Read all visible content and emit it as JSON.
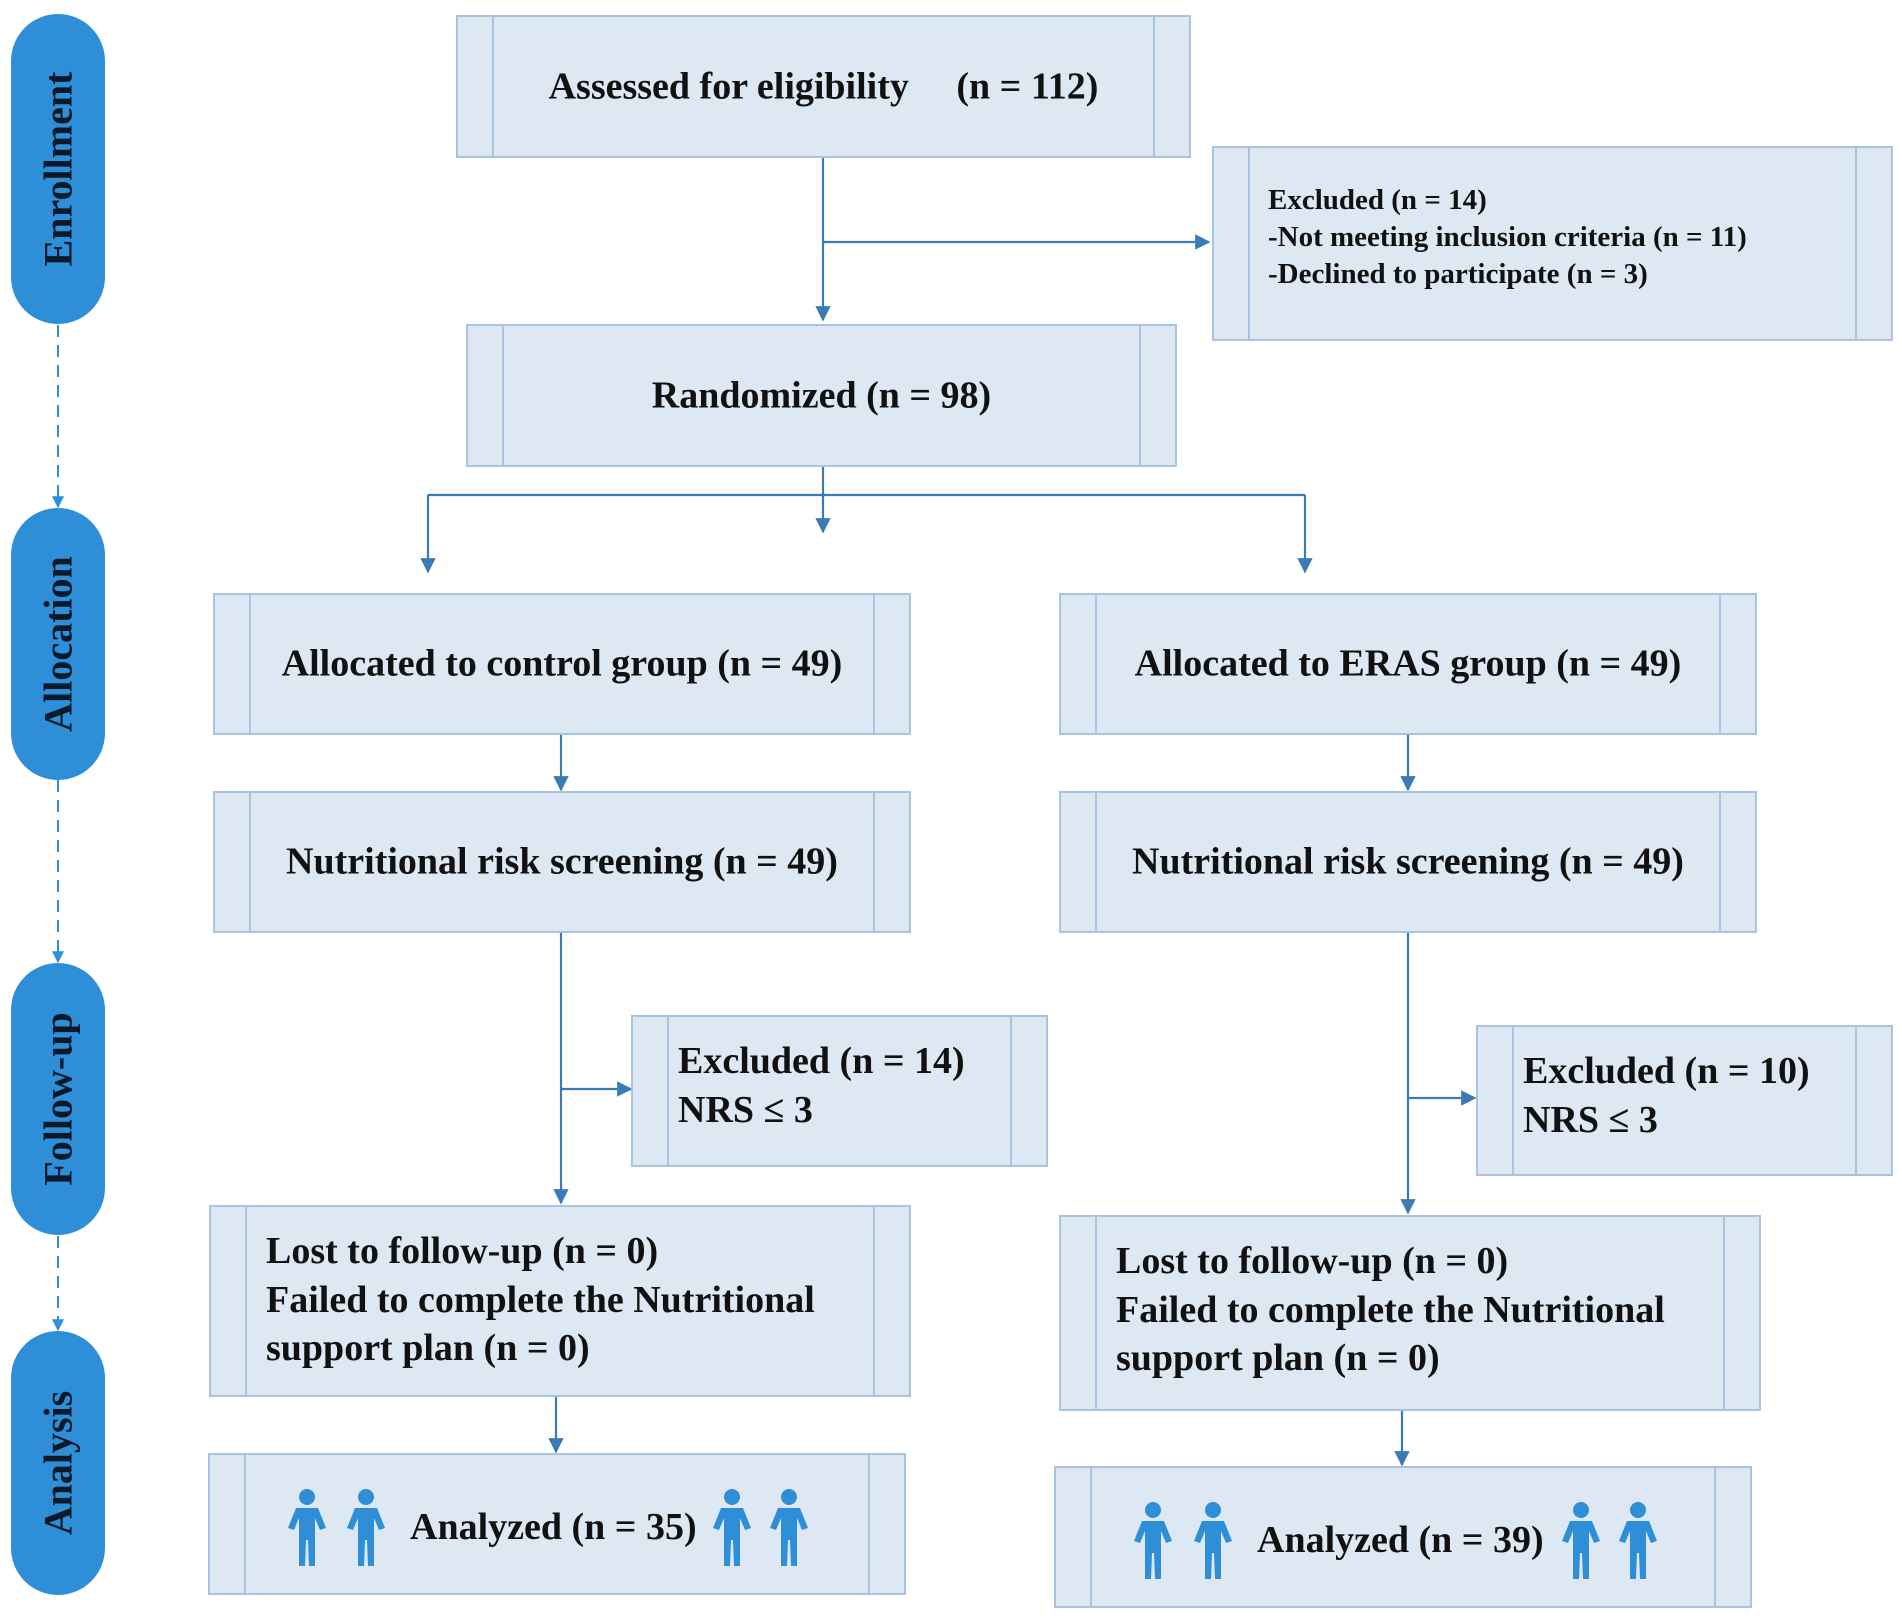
{
  "stages": [
    "Enrollment",
    "Allocation",
    "Follow-up",
    "Analysis"
  ],
  "colors": {
    "accent": "#2e8fd8",
    "box_fill": "#dde8f3",
    "box_border": "#a9c4e0",
    "line": "#3a7bb5"
  },
  "assessed": "Assessed for eligibility 　(n = 112)",
  "excluded_enrollment": {
    "title": "Excluded (n = 14)",
    "line1": "-Not meeting inclusion criteria (n = 11)",
    "line2": "-Declined to participate (n = 3)"
  },
  "randomized": "Randomized (n = 98)",
  "control": {
    "allocated": "Allocated to control group (n = 49)",
    "screening": "Nutritional risk screening (n = 49)",
    "excluded_title": "Excluded (n = 14)",
    "excluded_reason": "NRS ≤ 3",
    "lost_line1": "Lost to follow-up (n = 0)",
    "lost_line2": "Failed to complete the Nutritional",
    "lost_line3": "support plan (n = 0)",
    "analyzed": "Analyzed (n = 35)"
  },
  "eras": {
    "allocated": "Allocated to ERAS group (n = 49)",
    "screening": "Nutritional risk screening (n = 49)",
    "excluded_title": "Excluded (n = 10)",
    "excluded_reason": "NRS ≤ 3",
    "lost_line1": "Lost to follow-up (n = 0)",
    "lost_line2": "Failed to complete the Nutritional",
    "lost_line3": "support plan (n = 0)",
    "analyzed": "Analyzed (n = 39)"
  },
  "icons": {
    "analysis_person": "person-icon"
  }
}
